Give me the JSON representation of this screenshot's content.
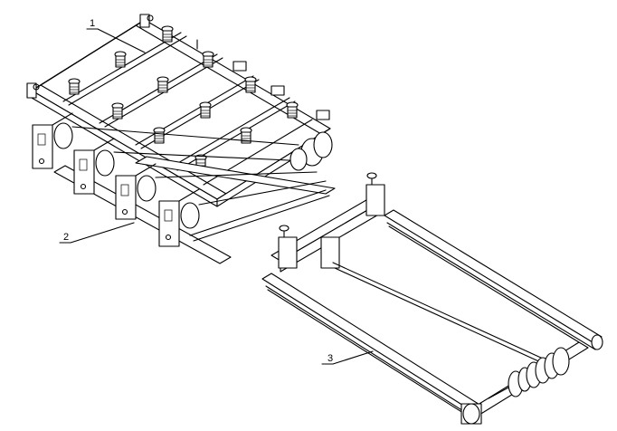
{
  "callouts": [
    {
      "id": "1",
      "text": "1"
    },
    {
      "id": "2",
      "text": "2"
    },
    {
      "id": "3",
      "text": "3"
    }
  ],
  "line_color": "#000000",
  "background": "#ffffff"
}
